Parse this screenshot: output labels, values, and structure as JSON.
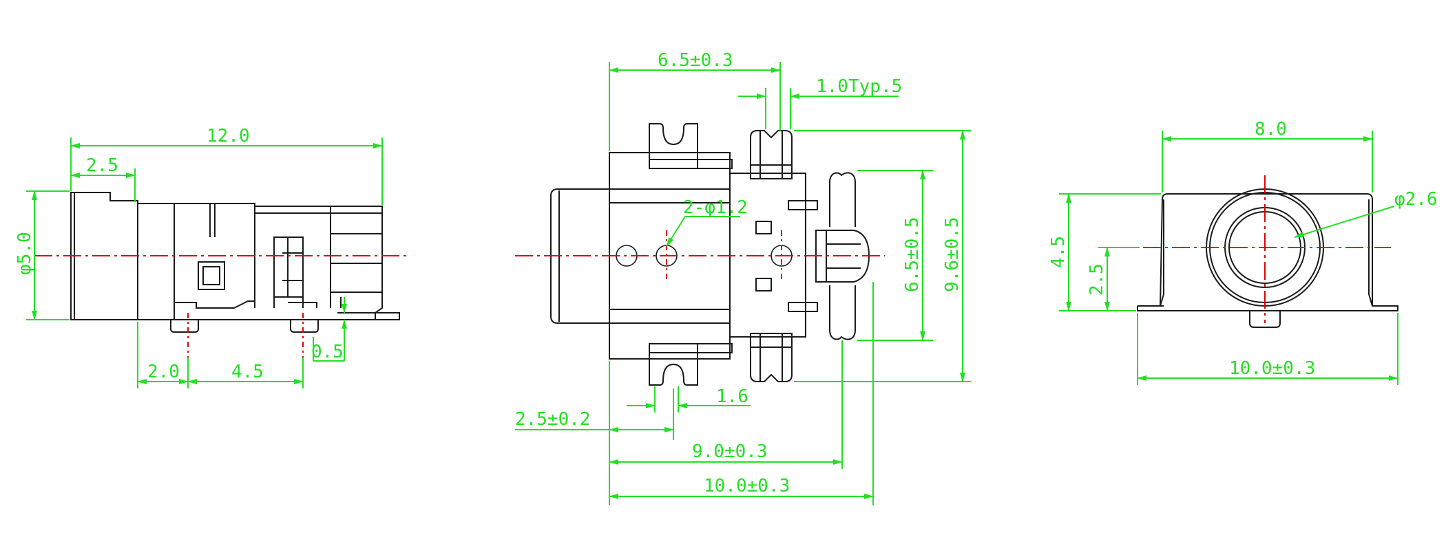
{
  "views": {
    "side": {
      "dims": {
        "length": "12.0",
        "front": "2.5",
        "diameter": "φ5.0",
        "pin_offset": "2.0",
        "pin_pitch": "4.5",
        "standoff": "0.5"
      }
    },
    "top": {
      "dims": {
        "top_width": "6.5±0.3",
        "pin_width": "1.0Typ.5",
        "holes": "2-φ1.2",
        "inner_span": "6.5±0.5",
        "outer_span": "9.6±0.5",
        "pin_spacing": "1.6",
        "hole_offset": "2.5±0.2",
        "body_span": "9.0±0.3",
        "total_length": "10.0±0.3"
      }
    },
    "front": {
      "dims": {
        "width": "8.0",
        "bore": "φ2.6",
        "height": "4.5",
        "center_height": "2.5",
        "foot_width": "10.0±0.3"
      }
    }
  },
  "colors": {
    "outline": "#1a1a1a",
    "dimension": "#22e022",
    "centerline": "#e00000"
  }
}
